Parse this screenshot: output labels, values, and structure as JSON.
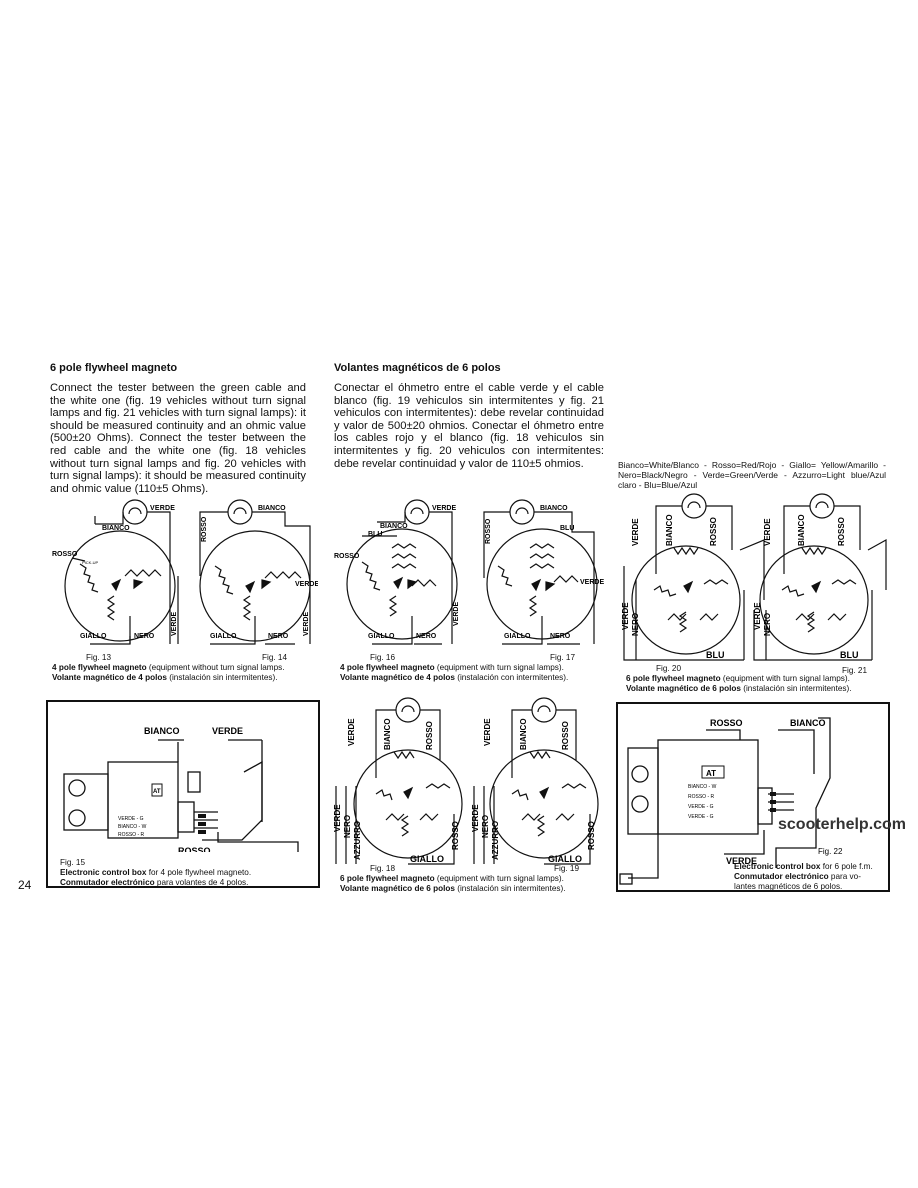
{
  "page_number": "24",
  "col1": {
    "heading": "6 pole flywheel magneto",
    "paragraph": "Connect the tester between the green cable and the white one (fig. 19 vehicles without turn signal lamps and fig. 21 vehicles with turn signal lamps): it should be measured continuity and an ohmic value (500±20 Ohms). Connect the tester between the red cable and the white one (fig. 18 vehicles without turn signal lamps and fig. 20 vehicles with turn signal lamps): it should be measured continuity and ohmic value (110±5 Ohms)."
  },
  "col2": {
    "heading": "Volantes magnéticos de 6 polos",
    "paragraph": "Conectar el óhmetro entre el cable verde y el cable blanco (fig. 19 vehiculos sin intermitentes y fig. 21 vehiculos con intermitentes): debe revelar continuidad y valor de 500±20 ohmios. Conectar el óhmetro entre los cables rojo y el blanco (fig. 18 vehiculos sin intermitentes y fig. 20 vehiculos con intermitentes: debe revelar continuidad y valor de 110±5 ohmios."
  },
  "legend": "Bianco=White/Blanco - Rosso=Red/Rojo - Giallo= Yellow/Amarillo - Nero=Black/Negro - Verde=Green/Verde - Azzurro=Light blue/Azul claro - Blu=Blue/Azul",
  "wires": {
    "verde": "VERDE",
    "bianco": "BIANCO",
    "rosso": "ROSSO",
    "giallo": "GIALLO",
    "nero": "NERO",
    "blu": "BLU",
    "azzurro": "AZZURRO",
    "pickup": "PICK-UP"
  },
  "figs": {
    "f13": "Fig. 13",
    "f14": "Fig. 14",
    "f15": "Fig. 15",
    "f16": "Fig. 16",
    "f17": "Fig. 17",
    "f18": "Fig. 18",
    "f19": "Fig. 19",
    "f20": "Fig. 20",
    "f21": "Fig. 21",
    "f22": "Fig. 22"
  },
  "captions": {
    "c1314_en_bold": "4 pole flywheel magneto",
    "c1314_en": " (equipment without turn signal lamps.",
    "c1314_es_bold": "Volante magnético de 4 polos",
    "c1314_es": " (instalación sin intermitentes).",
    "c1617_en_bold": "4 pole flywheel magneto",
    "c1617_en": " (equipment with turn signal lamps).",
    "c1617_es_bold": "Volante magnético de 4 polos",
    "c1617_es": " (instalación con intermitentes).",
    "c2021_en_bold": "6 pole flywheel magneto",
    "c2021_en": " (equipment with turn signal lamps).",
    "c2021_es_bold": "Volante magnético de 6 polos",
    "c2021_es": " (instalación sin intermitentes).",
    "c1819_en_bold": "6 pole flywheel magneto",
    "c1819_en": " (equipment with turn signal lamps).",
    "c1819_es_bold": "Volante magnético de 6 polos",
    "c1819_es": " (instalación sin intermitentes).",
    "c15_en_bold": "Electronic control box",
    "c15_en": " for 4 pole flywheel magneto.",
    "c15_es_bold": "Conmutador electrónico",
    "c15_es": " para volantes de 4 polos.",
    "c22_en_bold": "Electronic control box",
    "c22_en": " for 6 pole f.m.",
    "c22_es_bold": "Conmutador electrónico",
    "c22_es": " para vo- lantes magnéticos de 6 polos."
  },
  "control_box": {
    "at_label": "AT",
    "t_verde_g": "VERDE - G",
    "t_bianco_w": "BIANCO - W",
    "t_rosso_r": "ROSSO - R",
    "t_verde_g2": "VERDE - G"
  },
  "watermark": "scooterhelp.com"
}
